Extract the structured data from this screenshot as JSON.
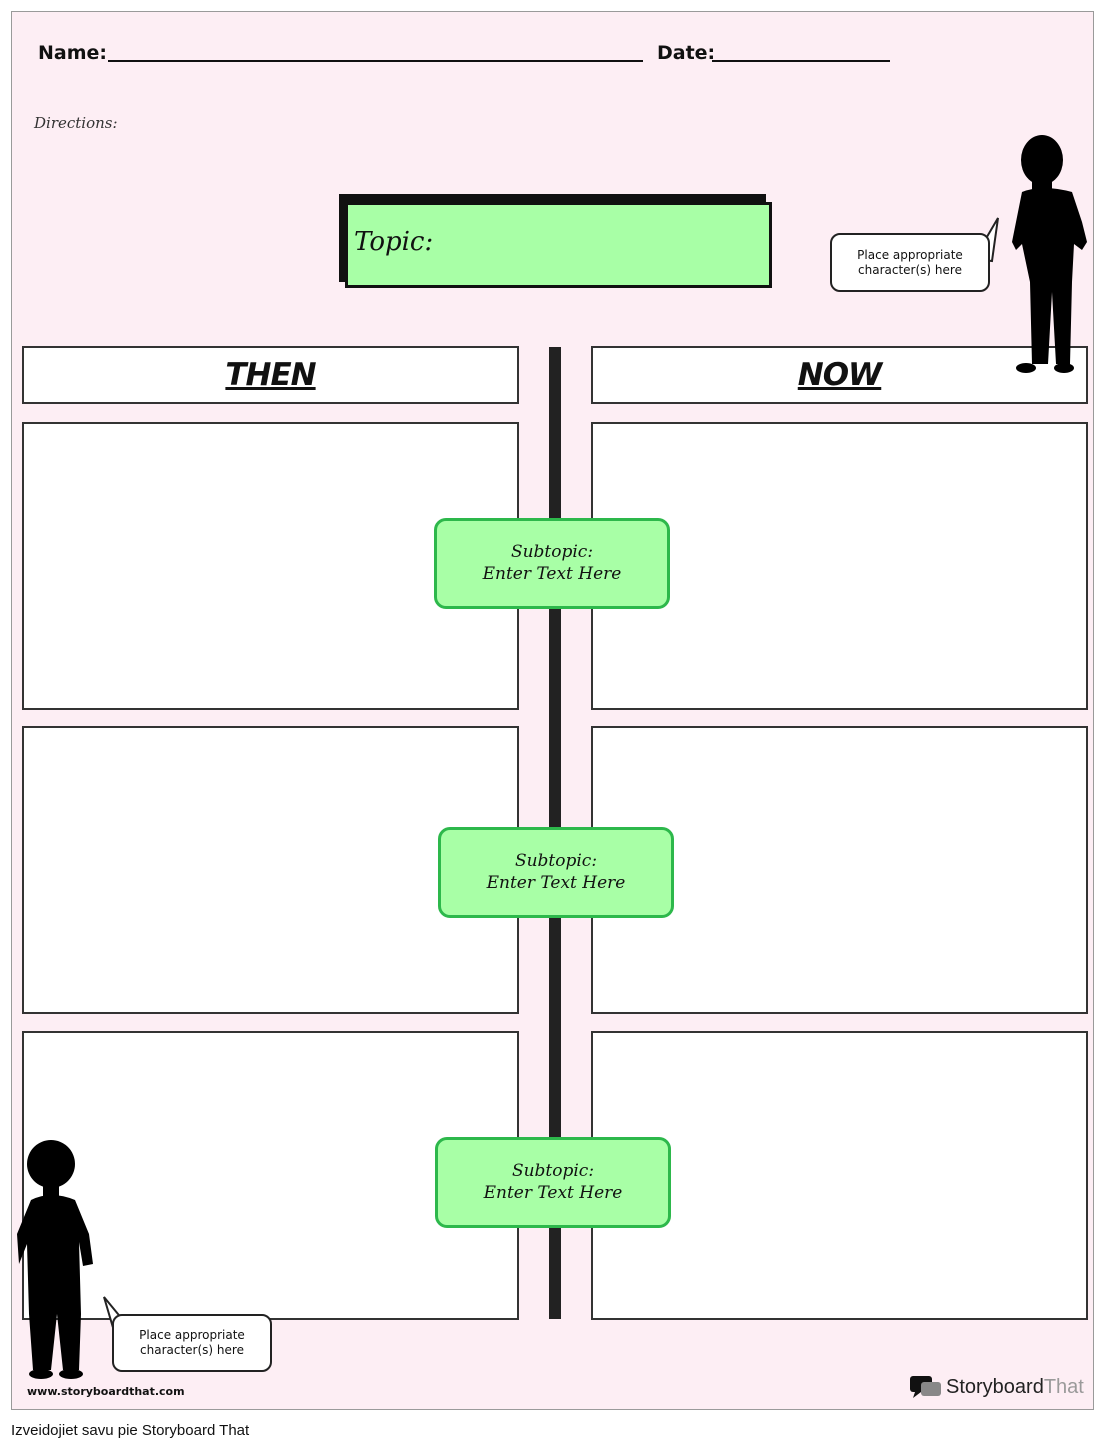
{
  "header": {
    "name_label": "Name:",
    "date_label": "Date:",
    "directions": "Directions:"
  },
  "topic": {
    "label": "Topic:"
  },
  "columns": {
    "then": "THEN",
    "now": "NOW"
  },
  "subtopics": [
    {
      "title": "Subtopic:",
      "text": "Enter Text Here"
    },
    {
      "title": "Subtopic:",
      "text": "Enter Text Here"
    },
    {
      "title": "Subtopic:",
      "text": "Enter Text Here"
    }
  ],
  "bubbles": {
    "top": {
      "line1": "Place appropriate",
      "line2": "character(s) here"
    },
    "bottom": {
      "line1": "Place appropriate",
      "line2": "character(s) here"
    }
  },
  "footer": {
    "url": "www.storyboardthat.com",
    "brand_a": "Storyboard",
    "brand_b": "That",
    "caption": "Izveidojiet savu pie Storyboard That"
  },
  "colors": {
    "topic_fill": "#a8ffa6",
    "subtopic_border": "#2db84b",
    "sheet_bg": "#fdeef4"
  }
}
